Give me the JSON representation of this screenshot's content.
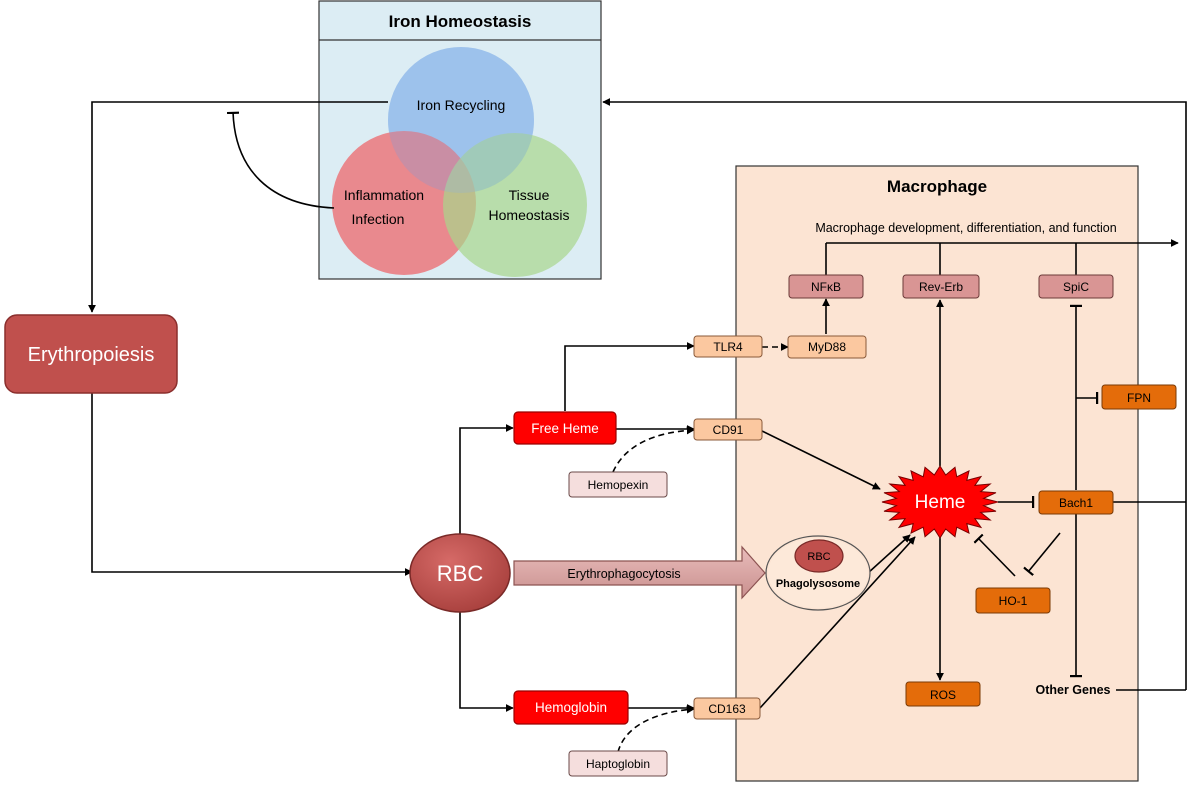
{
  "iron_homeostasis": {
    "title": "Iron Homeostasis",
    "iron_recycling": "Iron Recycling",
    "inflammation_1": "Inflammation",
    "inflammation_2": "Infection",
    "tissue_1": "Tissue",
    "tissue_2": "Homeostasis"
  },
  "macrophage": {
    "title": "Macrophage",
    "development": "Macrophage development, differentiation, and function"
  },
  "nodes": {
    "erythropoiesis": "Erythropoiesis",
    "rbc": "RBC",
    "free_heme": "Free Heme",
    "hemoglobin": "Hemoglobin",
    "hemopexin": "Hemopexin",
    "haptoglobin": "Haptoglobin",
    "tlr4": "TLR4",
    "myd88": "MyD88",
    "cd91": "CD91",
    "cd163": "CD163",
    "nfkb": "NFκB",
    "rev_erb": "Rev-Erb",
    "spic": "SpiC",
    "fpn": "FPN",
    "bach1": "Bach1",
    "ho1": "HO-1",
    "ros": "ROS",
    "heme": "Heme",
    "other_genes": "Other Genes",
    "erythrophagocytosis": "Erythrophagocytosis",
    "phagolysosome": "Phagolysosome",
    "phagolysosome_rbc": "RBC"
  },
  "colors": {
    "iron_box_fill": "#dcedf4",
    "macrophage_fill": "#fce4d3",
    "circle_blue": "#8fb8ea",
    "circle_red": "#ec6f74",
    "circle_green": "#a8d58b",
    "dark_red": "#c0504d",
    "bright_red": "#ff0000",
    "orange": "#e46c0a",
    "peach": "#fbc8a0",
    "rose": "#d99594",
    "pale_pink": "#f5dedd"
  }
}
